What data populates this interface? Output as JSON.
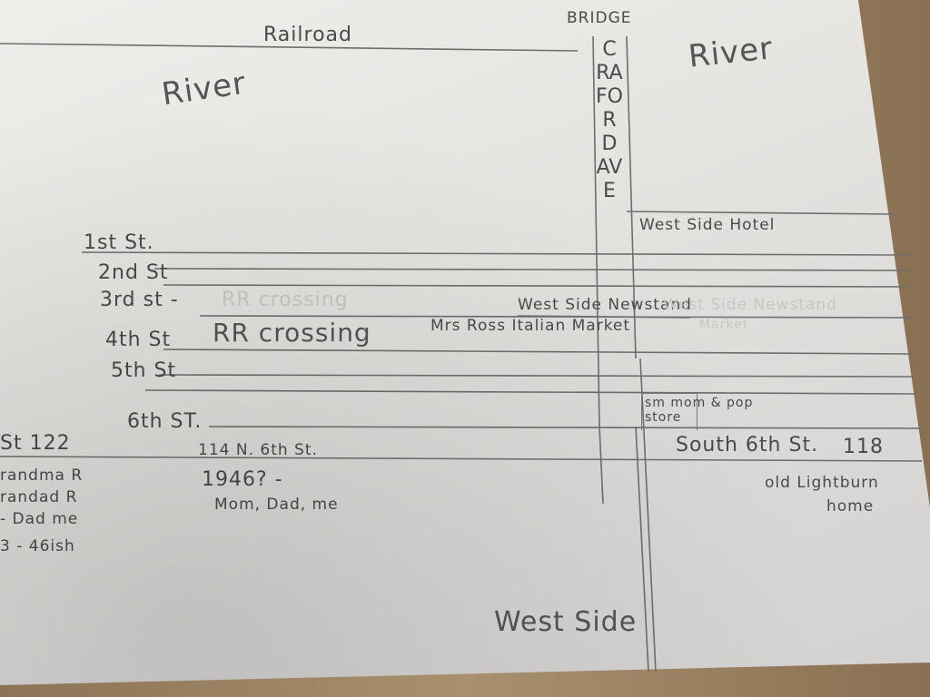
{
  "map": {
    "railroad": "Railroad",
    "river_left": "River",
    "river_right": "River",
    "bridge": "BRIDGE",
    "avenue": "CRAFORD AVE",
    "hotel": "West Side Hotel",
    "streets": {
      "first": "1st St.",
      "second": "2nd St",
      "third": "3rd st -",
      "fourth": "4th St",
      "fifth": "5th St",
      "sixth": "6th ST."
    },
    "rr_crossing_main": "RR crossing",
    "rr_crossing_faint": "RR crossing",
    "newsstand": "West Side Newstand",
    "newsstand_faint": "West Side Newstand",
    "market": "Mrs Ross Italian Market",
    "market_faint": "Market",
    "store": "sm mom & pop store",
    "address_left": "114 N. 6th St.",
    "year": "1946? -",
    "family_left": "Mom, Dad, me",
    "edge_street": "St 122",
    "edge_line1": "randma R",
    "edge_line2": "randad R",
    "edge_line3": "- Dad me",
    "edge_line4": "3 - 46ish",
    "south_street": "South 6th St.",
    "south_number": "118",
    "old_home_line1": "old Lightburn",
    "old_home_line2": "home",
    "west_side": "West Side"
  }
}
